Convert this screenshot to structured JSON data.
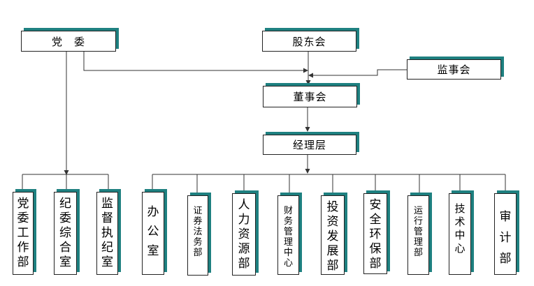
{
  "nodes": {
    "dangwei": "党　委",
    "gudonghui": "股东会",
    "jianshihui": "监事会",
    "dongshihui": "董事会",
    "jinglieceng": "经理层",
    "dangwei_gongzuobu": "党委工作部",
    "jiwei_zonghe": "纪委综合室",
    "jiandu_zhiji": "监督执纪室",
    "bangongshi": "办公室",
    "zhengquan_fawu": "证券法务部",
    "renli_ziyuan": "人力资源部",
    "caiwu_guanli": "财务管理中心",
    "touzi_fazhan": "投资发展部",
    "anquan_huanbao": "安全环保部",
    "yunxing_guanli": "运行管理部",
    "jishu_zhongxin": "技术中心",
    "shenji": "审计部"
  },
  "colors": {
    "shadow": "#1e8080",
    "line": "#333333",
    "box_border": "#222222"
  }
}
